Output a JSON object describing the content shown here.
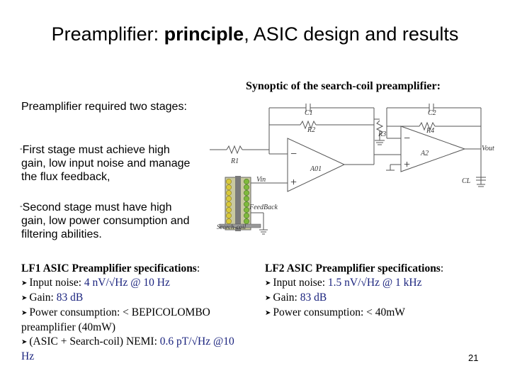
{
  "title": {
    "part1": "Preamplifier: ",
    "part2": "principle",
    "part3": ", ASIC design and results"
  },
  "synoptic": "Synoptic of the search-coil preamplifier:",
  "intro": "Preamplifier required two stages:",
  "bullets": [
    {
      "dash": "-",
      "text": "First stage must achieve high gain, low input noise and manage the flux feedback,"
    },
    {
      "dash": "-",
      "text": "Second stage must have high gain, low power consumption and filtering abilities."
    }
  ],
  "schematic": {
    "labels": {
      "c1": "C1",
      "r2": "R2",
      "c2": "C2",
      "r4": "R4",
      "r3": "R3",
      "r1": "R1",
      "a01": "A01",
      "a2": "A2",
      "vout": "Vout",
      "vin": "Vin",
      "feedback": "FeedBack",
      "cl": "CL",
      "searchcoil": "Search-coil"
    }
  },
  "lf1": {
    "heading": "LF1 ASIC Preamplifier specifications",
    "heading_suffix": ":",
    "items": [
      {
        "label": "Input noise: ",
        "value": "4 nV/√Hz @ 10 Hz"
      },
      {
        "label": "Gain: ",
        "value": "83 dB"
      },
      {
        "label": "Power consumption: < BEPICOLOMBO preamplifier (40mW)",
        "value": ""
      },
      {
        "label": "(ASIC + Search-coil) NEMI: ",
        "value": "0.6 pT/√Hz @10 Hz"
      }
    ]
  },
  "lf2": {
    "heading": "LF2 ASIC Preamplifier specifications",
    "heading_suffix": ":",
    "items": [
      {
        "label": "Input noise: ",
        "value": "1.5 nV/√Hz @ 1 kHz"
      },
      {
        "label": "Gain: ",
        "value": "83 dB"
      },
      {
        "label": "Power consumption: < 40mW",
        "value": ""
      }
    ]
  },
  "page_number": "21",
  "colors": {
    "highlight": "#1a237e",
    "coil_yellow": "#d8c93a",
    "coil_green": "#7fb93c",
    "wire": "#555555"
  }
}
